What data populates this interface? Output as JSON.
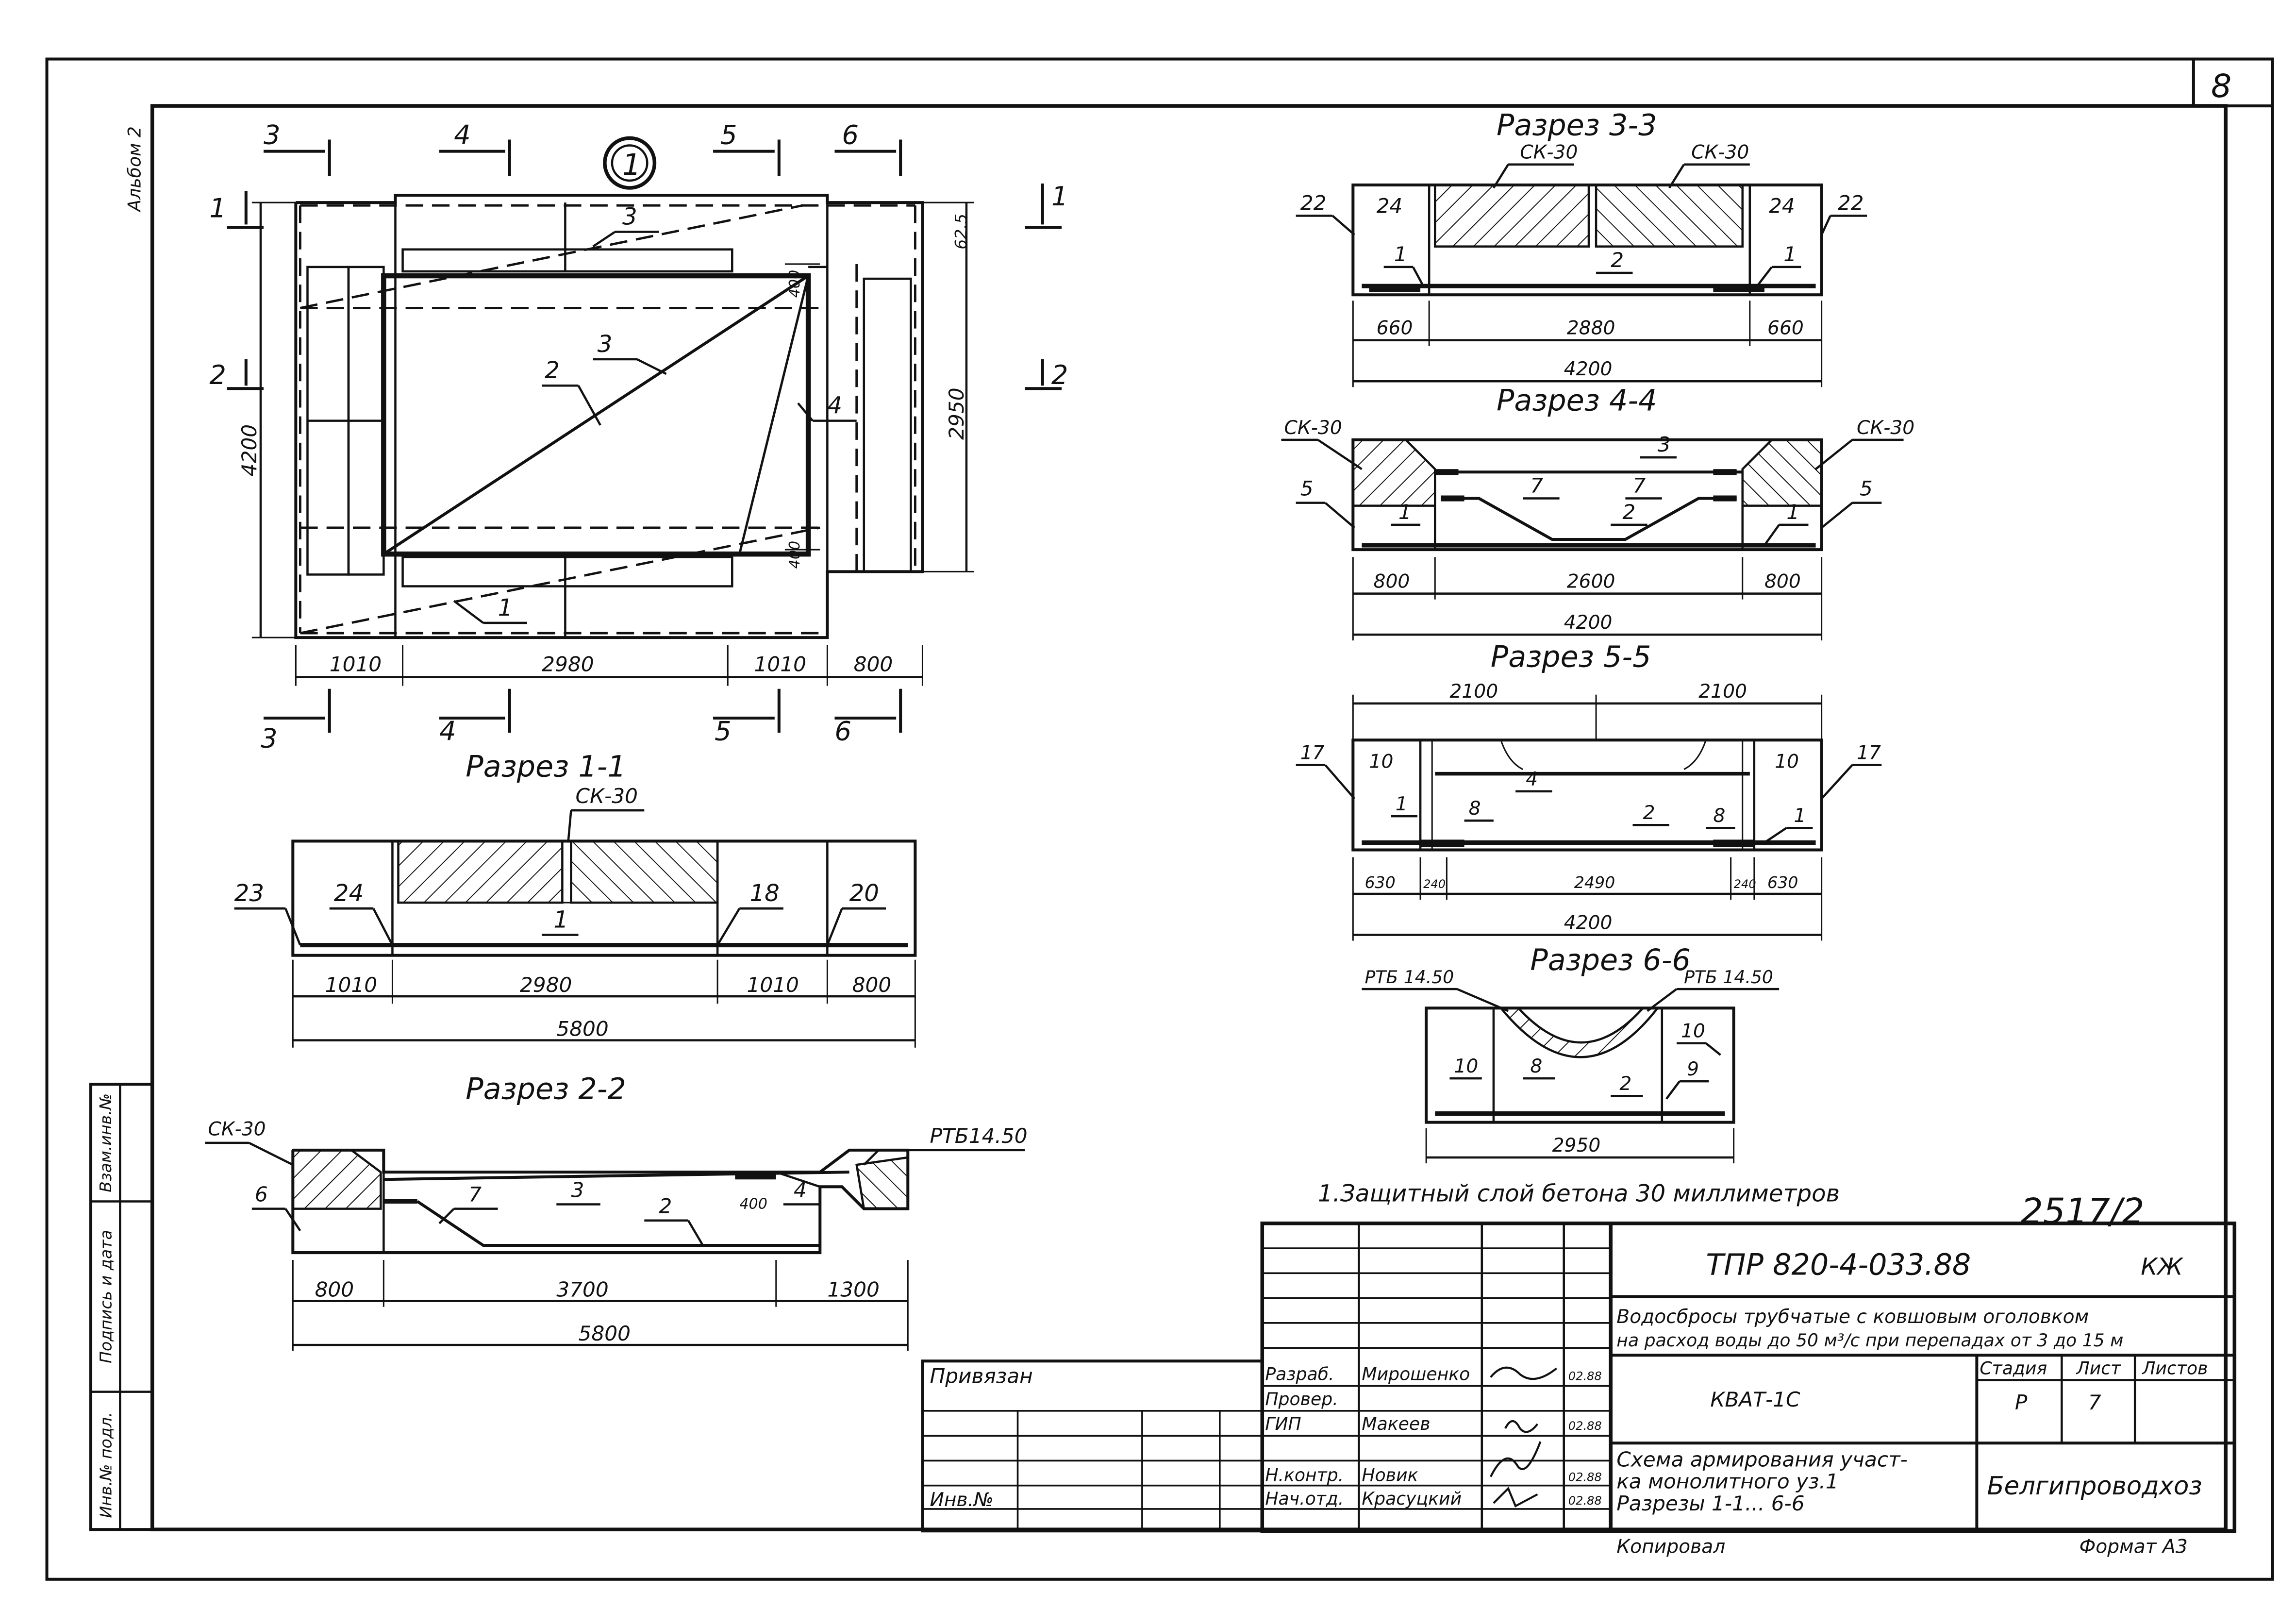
{
  "sheet_number": "8",
  "album": "Альбом 2",
  "marker_circle": "1",
  "plan": {
    "cut_labels": [
      "3",
      "4",
      "5",
      "6",
      "1",
      "2",
      "1",
      "2",
      "3",
      "4",
      "5",
      "6"
    ],
    "rebar_labels": [
      "1",
      "2",
      "3",
      "4"
    ],
    "dims": {
      "left": "4200",
      "right": "2950",
      "top_right": "62.5",
      "d400a": "400",
      "d400b": "400"
    },
    "bottom_dims": [
      "1010",
      "2980",
      "1010",
      "800"
    ]
  },
  "sec11": {
    "title": "Разрез 1-1",
    "labels": {
      "ck": "СК-30",
      "p23": "23",
      "p24": "24",
      "p1": "1",
      "p18": "18",
      "p20": "20"
    },
    "dims": [
      "1010",
      "2980",
      "1010",
      "800"
    ],
    "total": "5800"
  },
  "sec22": {
    "title": "Разрез 2-2",
    "labels": {
      "ck": "СК-30",
      "rtb": "РТБ14.50",
      "p6": "6",
      "p7": "7",
      "p3": "3",
      "p2": "2",
      "p4": "4",
      "d400": "400"
    },
    "dims": [
      "800",
      "3700",
      "1300"
    ],
    "total": "5800"
  },
  "sec33": {
    "title": "Разрез 3-3",
    "labels": {
      "ck1": "СК-30",
      "ck2": "СК-30",
      "p22a": "22",
      "p22b": "22",
      "p24a": "24",
      "p24b": "24",
      "p1a": "1",
      "p1b": "1",
      "p2": "2"
    },
    "dims": [
      "660",
      "2880",
      "660"
    ],
    "total": "4200"
  },
  "sec44": {
    "title": "Разрез 4-4",
    "labels": {
      "ck1": "СК-30",
      "ck2": "СК-30",
      "p5a": "5",
      "p5b": "5",
      "p3": "3",
      "p7a": "7",
      "p7b": "7",
      "p1a": "1",
      "p1b": "1",
      "p2": "2"
    },
    "dims": [
      "800",
      "2600",
      "800"
    ],
    "total": "4200"
  },
  "sec55": {
    "title": "Разрез 5-5",
    "labels": {
      "p17a": "17",
      "p17b": "17",
      "p10a": "10",
      "p10b": "10",
      "p1a": "1",
      "p1b": "1",
      "p8a": "8",
      "p8b": "8",
      "p4": "4",
      "p2": "2"
    },
    "top_dims": [
      "2100",
      "2100"
    ],
    "dims": [
      "630",
      "240",
      "2490",
      "240",
      "630"
    ],
    "total": "4200"
  },
  "sec66": {
    "title": "Разрез 6-6",
    "labels": {
      "rtb1": "РТБ 14.50",
      "rtb2": "РТБ 14.50",
      "p10a": "10",
      "p10b": "10",
      "p8": "8",
      "p2": "2",
      "p9": "9"
    },
    "total": "2950"
  },
  "note": "1.Защитный слой бетона 30 миллиметров",
  "stamp_number": "2517/2",
  "title_block": {
    "code": "ТПР 820-4-033.88",
    "mark": "КЖ",
    "description_1": "Водосбросы трубчатые с ковшовым оголовком",
    "description_2": "на расход воды до 50 м³/с при перепадах от 3 до 15 м",
    "object": "КВАТ-1С",
    "headers": [
      "Стадия",
      "Лист",
      "Листов"
    ],
    "stage": "Р",
    "sheet": "7",
    "sheets": "",
    "drawing_title_1": "Схема армирования участ-",
    "drawing_title_2": "ка монолитного уз.1",
    "drawing_title_3": "Разрезы 1-1... 6-6",
    "organization": "Белгипроводхоз",
    "roles": [
      "Разраб.",
      "Провер.",
      "ГИП",
      "Н.контр.",
      "Нач.отд."
    ],
    "names": [
      "Мирошенко",
      "",
      "Макеев",
      "Новик",
      "Красуцкий"
    ],
    "dates": [
      "02.88",
      "",
      "02.88",
      "02.88",
      "02.88"
    ],
    "privyazan": "Привязан",
    "inv_no": "Инв.№",
    "copied": "Копировал",
    "format": "Формат А3"
  },
  "side_stamp": [
    "Инв.№ подл.",
    "Подпись и дата",
    "Взам.инв.№"
  ]
}
